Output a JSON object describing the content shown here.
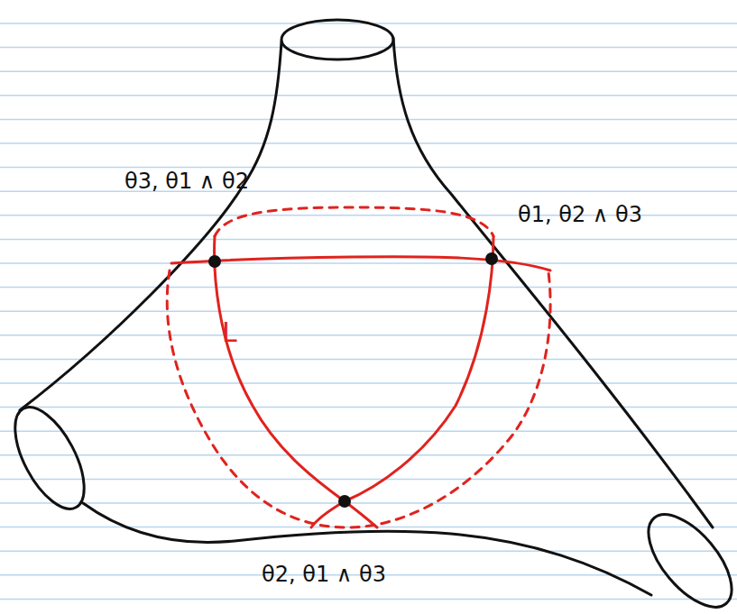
{
  "diagram": {
    "labels": [
      "θ3, θ1 ∧ θ2",
      "θ1, θ2 ∧ θ3",
      "L",
      "θ2, θ1 ∧ θ3"
    ]
  }
}
